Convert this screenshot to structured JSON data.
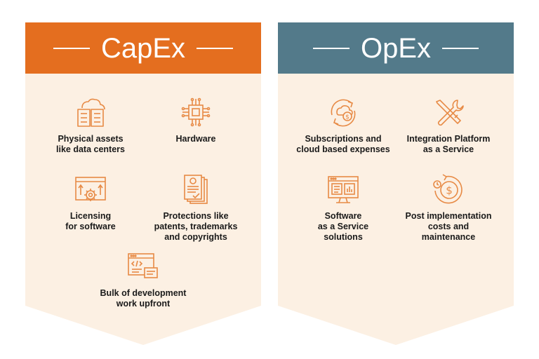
{
  "colors": {
    "capex_accent": "#E46E1F",
    "opex_accent": "#537A8A",
    "panel_fill": "#FCF0E3",
    "icon_stroke": "#E78A45"
  },
  "capex": {
    "title": "CapEx",
    "items": [
      {
        "icon": "building-assets-icon",
        "lines": [
          "Physical assets",
          "like data centers"
        ]
      },
      {
        "icon": "chip-icon",
        "lines": [
          "Hardware"
        ]
      },
      {
        "icon": "license-gear-icon",
        "lines": [
          "Licensing",
          "for software"
        ]
      },
      {
        "icon": "documents-seal-icon",
        "lines": [
          "Protections like",
          "patents, trademarks",
          "and copyrights"
        ]
      },
      {
        "icon": "code-window-icon",
        "lines": [
          "Bulk of development",
          "work upfront"
        ]
      }
    ]
  },
  "opex": {
    "title": "OpEx",
    "items": [
      {
        "icon": "cloud-cycle-icon",
        "lines": [
          "Subscriptions and",
          "cloud based expenses"
        ]
      },
      {
        "icon": "tools-icon",
        "lines": [
          "Integration Platform",
          "as a Service"
        ]
      },
      {
        "icon": "monitor-dashboard-icon",
        "lines": [
          "Software",
          "as a Service",
          "solutions"
        ]
      },
      {
        "icon": "dollar-cycle-icon",
        "lines": [
          "Post implementation",
          "costs and",
          "maintenance"
        ]
      }
    ]
  }
}
